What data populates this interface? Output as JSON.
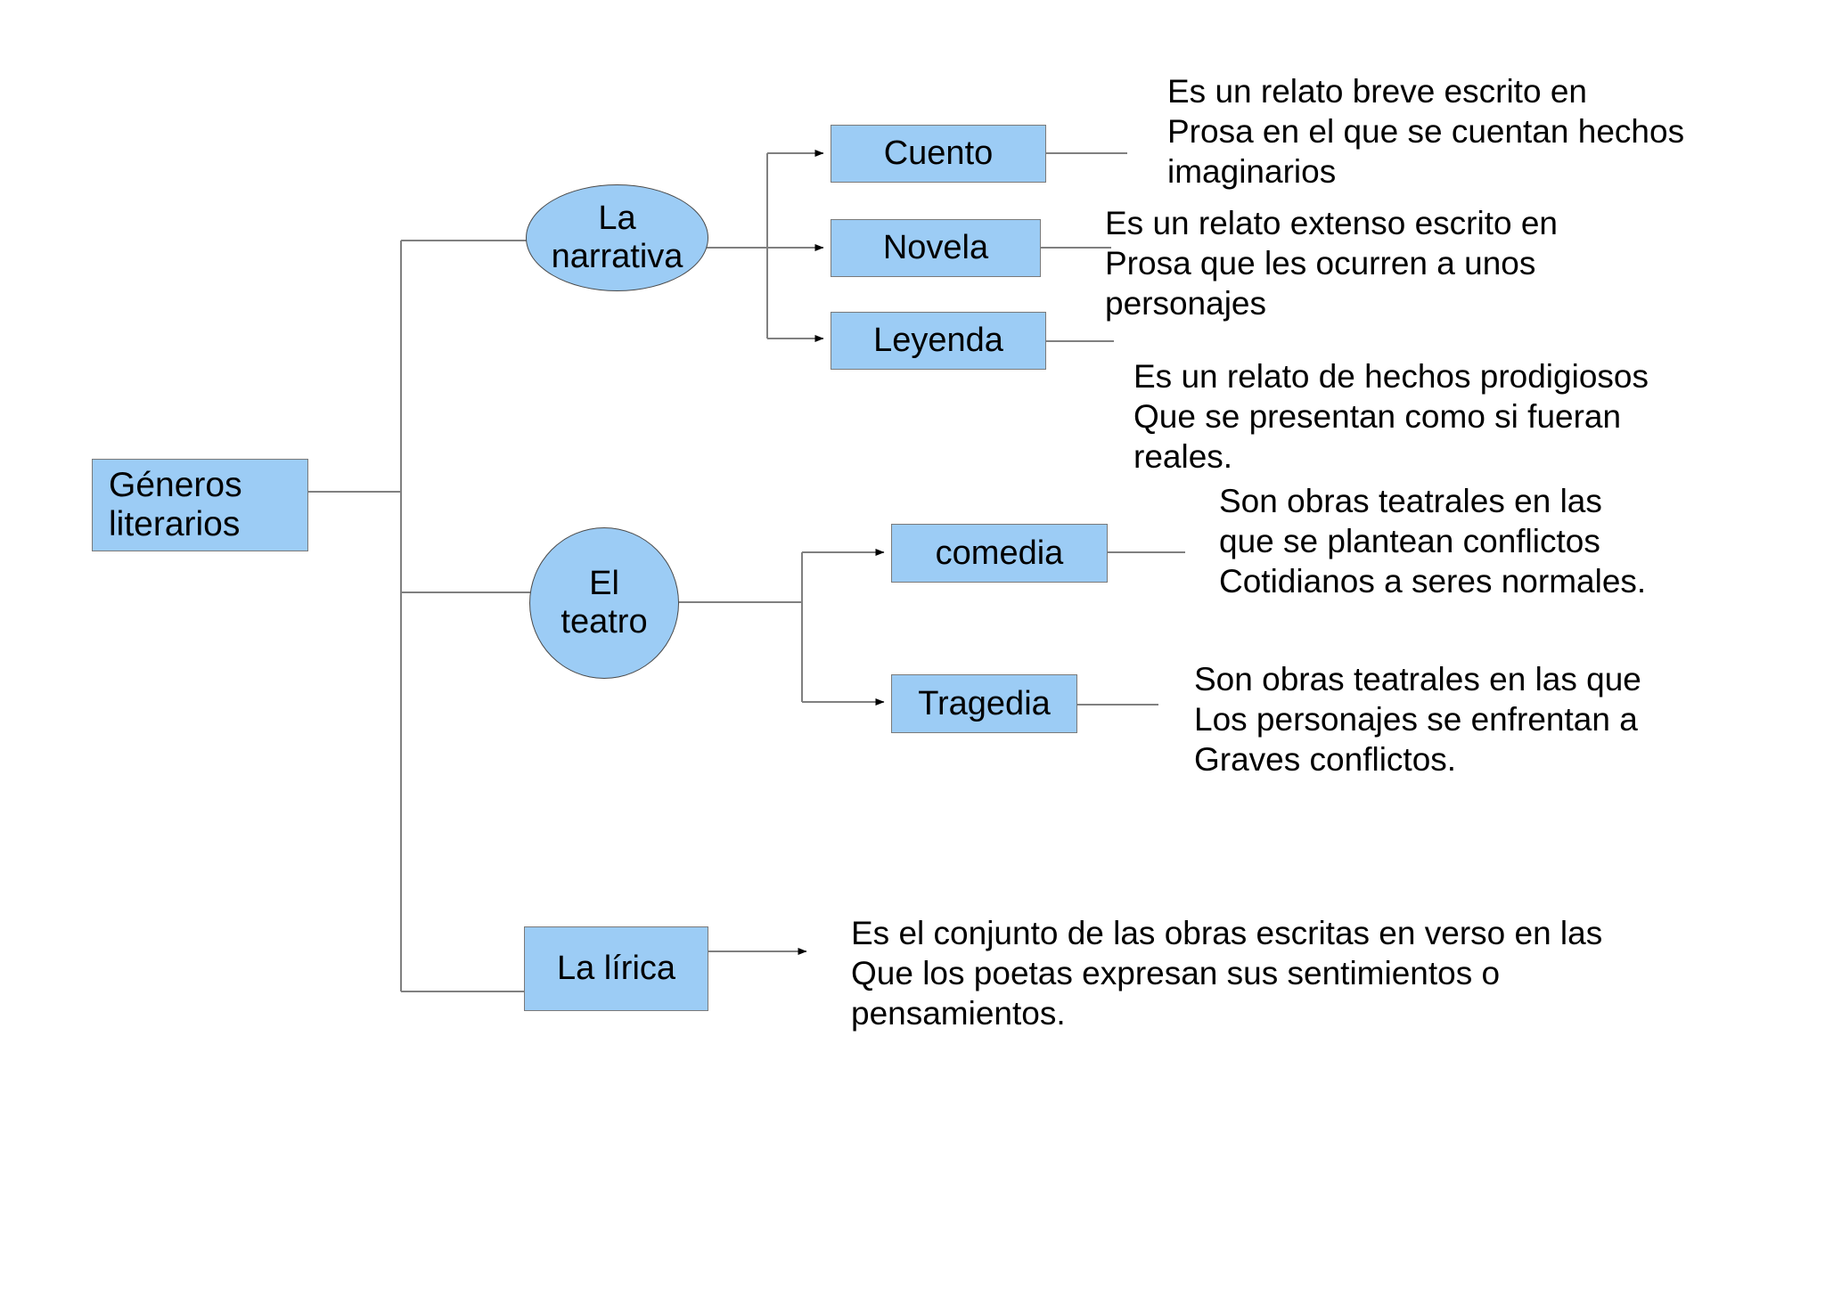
{
  "diagram": {
    "title": "Géneros literarios",
    "colors": {
      "node_fill": "#9CCCF5",
      "node_border": "#7a7a7a",
      "edge": "#808080",
      "arrow": "#000000",
      "text": "#000000",
      "background": "#ffffff"
    },
    "root": {
      "label": "Géneros\nliterarios",
      "shape": "rectangle"
    },
    "branches": [
      {
        "id": "narrativa",
        "label": "La\nnarrativa",
        "shape": "ellipse",
        "children": [
          {
            "id": "cuento",
            "label": "Cuento",
            "shape": "rectangle",
            "note": "Es un relato breve escrito en\nProsa en el que se cuentan hechos\nimaginarios"
          },
          {
            "id": "novela",
            "label": "Novela",
            "shape": "rectangle",
            "note": "Es un relato extenso escrito en\nProsa que les ocurren a unos\npersonajes"
          },
          {
            "id": "leyenda",
            "label": "Leyenda",
            "shape": "rectangle",
            "note": "Es un relato de hechos prodigiosos\nQue se presentan como si fueran\nreales."
          }
        ]
      },
      {
        "id": "teatro",
        "label": "El\nteatro",
        "shape": "ellipse",
        "children": [
          {
            "id": "comedia",
            "label": "comedia",
            "shape": "rectangle",
            "note": "Son obras teatrales en las\nque se plantean conflictos\nCotidianos a seres normales."
          },
          {
            "id": "tragedia",
            "label": "Tragedia",
            "shape": "rectangle",
            "note": "Son obras teatrales en las que\nLos personajes se enfrentan a\nGraves conflictos."
          }
        ]
      },
      {
        "id": "lirica",
        "label": "La lírica",
        "shape": "rectangle",
        "children": [],
        "note": "Es el conjunto de las obras escritas en verso en las\nQue los poetas expresan sus sentimientos o\npensamientos."
      }
    ]
  }
}
